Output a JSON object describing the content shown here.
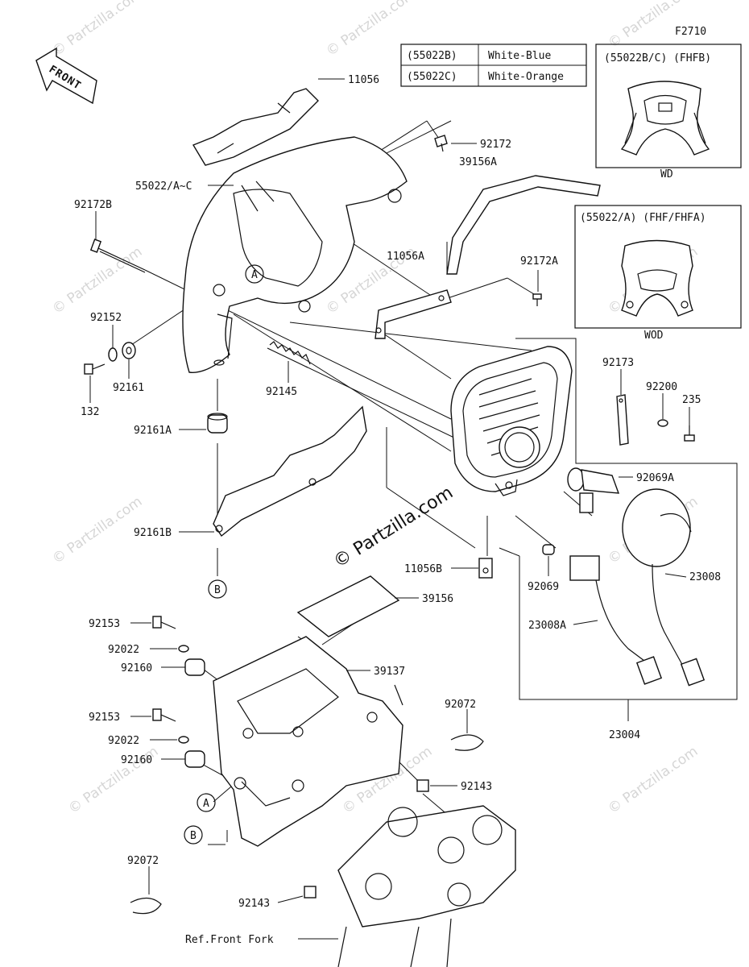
{
  "figure_code": "F2710",
  "front_arrow": "FRONT",
  "watermark_text": "© Partzilla.com",
  "color_table": [
    {
      "code": "(55022B)",
      "color": "White-Blue"
    },
    {
      "code": "(55022C)",
      "color": "White-Orange"
    }
  ],
  "inset_fhfb": {
    "title": "(55022B/C) (FHFB)",
    "caption": "WD"
  },
  "inset_fhf": {
    "title": "(55022/A) (FHF/FHFA)",
    "caption": "WOD"
  },
  "callouts": {
    "a": "A",
    "b": "B"
  },
  "labels": {
    "p11056": "11056",
    "p92172": "92172",
    "p55022": "55022/A~C",
    "p39156A": "39156A",
    "p92172B": "92172B",
    "p11056A": "11056A",
    "p92172A": "92172A",
    "p92152": "92152",
    "p92173": "92173",
    "p92200": "92200",
    "p235": "235",
    "p132": "132",
    "p92161": "92161",
    "p92145": "92145",
    "p92161A": "92161A",
    "p92069A": "92069A",
    "p92161B": "92161B",
    "p23008": "23008",
    "p11056B": "11056B",
    "p92069": "92069",
    "p39156": "39156",
    "p23008A": "23008A",
    "p92153a": "92153",
    "p92022a": "92022",
    "p92160a": "92160",
    "p39137": "39137",
    "p92072a": "92072",
    "p23004": "23004",
    "p92153b": "92153",
    "p92022b": "92022",
    "p92160b": "92160",
    "p92143a": "92143",
    "p92072b": "92072",
    "p92143b": "92143",
    "ref_fork": "Ref.Front Fork"
  }
}
